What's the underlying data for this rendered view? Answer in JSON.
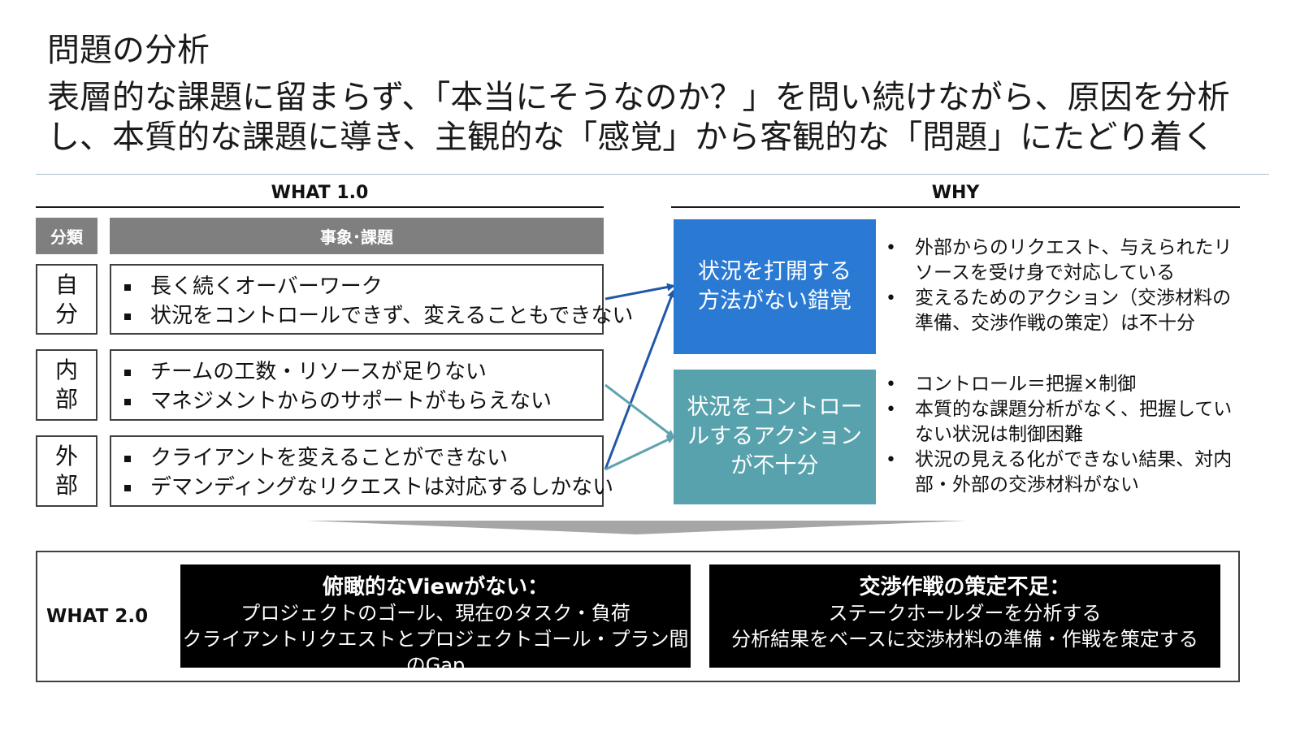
{
  "header": {
    "title": "問題の分析",
    "subtitle": "表層的な課題に留まらず、「本当にそうなのか？」を問い続けながら、原因を分析し、本質的な課題に導き、主観的な「感覚」から客観的な「問題」にたどり着く"
  },
  "what1": {
    "heading": "WHAT 1.0",
    "col_category": "分類",
    "col_issue": "事象･課題",
    "rows": [
      {
        "category": "自分",
        "issues": [
          "長く続くオーバーワーク",
          "状況をコントロールできず、変えることもできない"
        ]
      },
      {
        "category": "内部",
        "issues": [
          "チームの工数・リソースが足りない",
          "マネジメントからのサポートがもらえない"
        ]
      },
      {
        "category": "外部",
        "issues": [
          "クライアントを変えることができない",
          "デマンディングなリクエストは対応するしかない"
        ]
      }
    ]
  },
  "why": {
    "heading": "WHY",
    "causes": [
      {
        "label": "状況を打開する方法がない錯覚",
        "color": "#2a7ad4",
        "points": [
          "外部からのリクエスト、与えられたリソースを受け身で対応している",
          "変えるためのアクション（交渉材料の準備、交渉作戦の策定）は不十分"
        ]
      },
      {
        "label": "状況をコントロールするアクションが不十分",
        "color": "#57a2ad",
        "points": [
          "コントロール＝把握×制御",
          "本質的な課題分析がなく、把握していない状況は制御困難",
          "状況の見える化ができない結果、対内部・外部の交渉材料がない"
        ]
      }
    ]
  },
  "what2": {
    "label": "WHAT 2.0",
    "boxes": [
      {
        "title": "俯瞰的なViewがない：",
        "lines": [
          "プロジェクトのゴール、現在のタスク・負荷",
          "クライアントリクエストとプロジェクトゴール・プラン間のGap"
        ]
      },
      {
        "title": "交渉作戦の策定不足：",
        "lines": [
          "ステークホールダーを分析する",
          "分析結果をベースに交渉材料の準備・作戦を策定する"
        ]
      }
    ]
  },
  "colors": {
    "arrow_blue": "#2257a8",
    "arrow_teal": "#5ea3ae",
    "down_arrow": "#a6a6a6"
  }
}
